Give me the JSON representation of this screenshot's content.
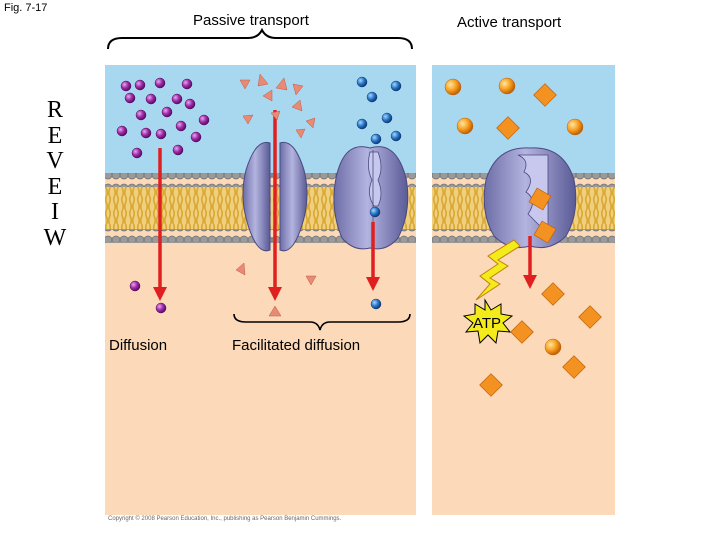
{
  "figure_label": "Fig. 7-17",
  "headings": {
    "passive": "Passive transport",
    "active": "Active transport"
  },
  "review_letters": [
    "R",
    "E",
    "V",
    "E",
    "I",
    "W"
  ],
  "labels": {
    "diffusion": "Diffusion",
    "facilitated": "Facilitated diffusion",
    "atp": "ATP"
  },
  "copyright": "Copyright © 2008 Pearson Education, Inc., publishing as Pearson Benjamin Cummings.",
  "colors": {
    "extracellular": "#a8d8f0",
    "cytoplasm": "#fcd9b8",
    "arrow": "#e02020",
    "membrane_head": "#9a9a9a",
    "membrane_tail": "#e8c060",
    "protein": "#8f8fc4",
    "atp_burst": "#f4ec1a"
  },
  "solutes": {
    "diffusion": "purple spheres",
    "channel": "salmon triangles",
    "carrier": "blue spheres",
    "active": "orange spheres and diamonds"
  }
}
